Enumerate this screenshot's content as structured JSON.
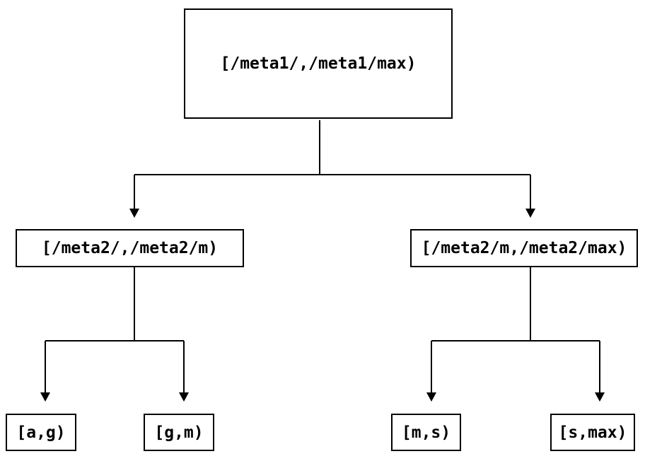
{
  "diagram": {
    "type": "tree",
    "background": "#ffffff",
    "line_color": "#000000",
    "text_color": "#000000",
    "nodes": {
      "root": {
        "label": "[/meta1/,/meta1/max)"
      },
      "left": {
        "label": "[/meta2/,/meta2/m)"
      },
      "right": {
        "label": "[/meta2/m,/meta2/max)"
      },
      "leaf_ag": {
        "label": "[a,g)"
      },
      "leaf_gm": {
        "label": "[g,m)"
      },
      "leaf_ms": {
        "label": "[m,s)"
      },
      "leaf_smax": {
        "label": "[s,max)"
      }
    },
    "edges": [
      {
        "from": "root",
        "to": "left"
      },
      {
        "from": "root",
        "to": "right"
      },
      {
        "from": "left",
        "to": "leaf_ag"
      },
      {
        "from": "left",
        "to": "leaf_gm"
      },
      {
        "from": "right",
        "to": "leaf_ms"
      },
      {
        "from": "right",
        "to": "leaf_smax"
      }
    ]
  }
}
